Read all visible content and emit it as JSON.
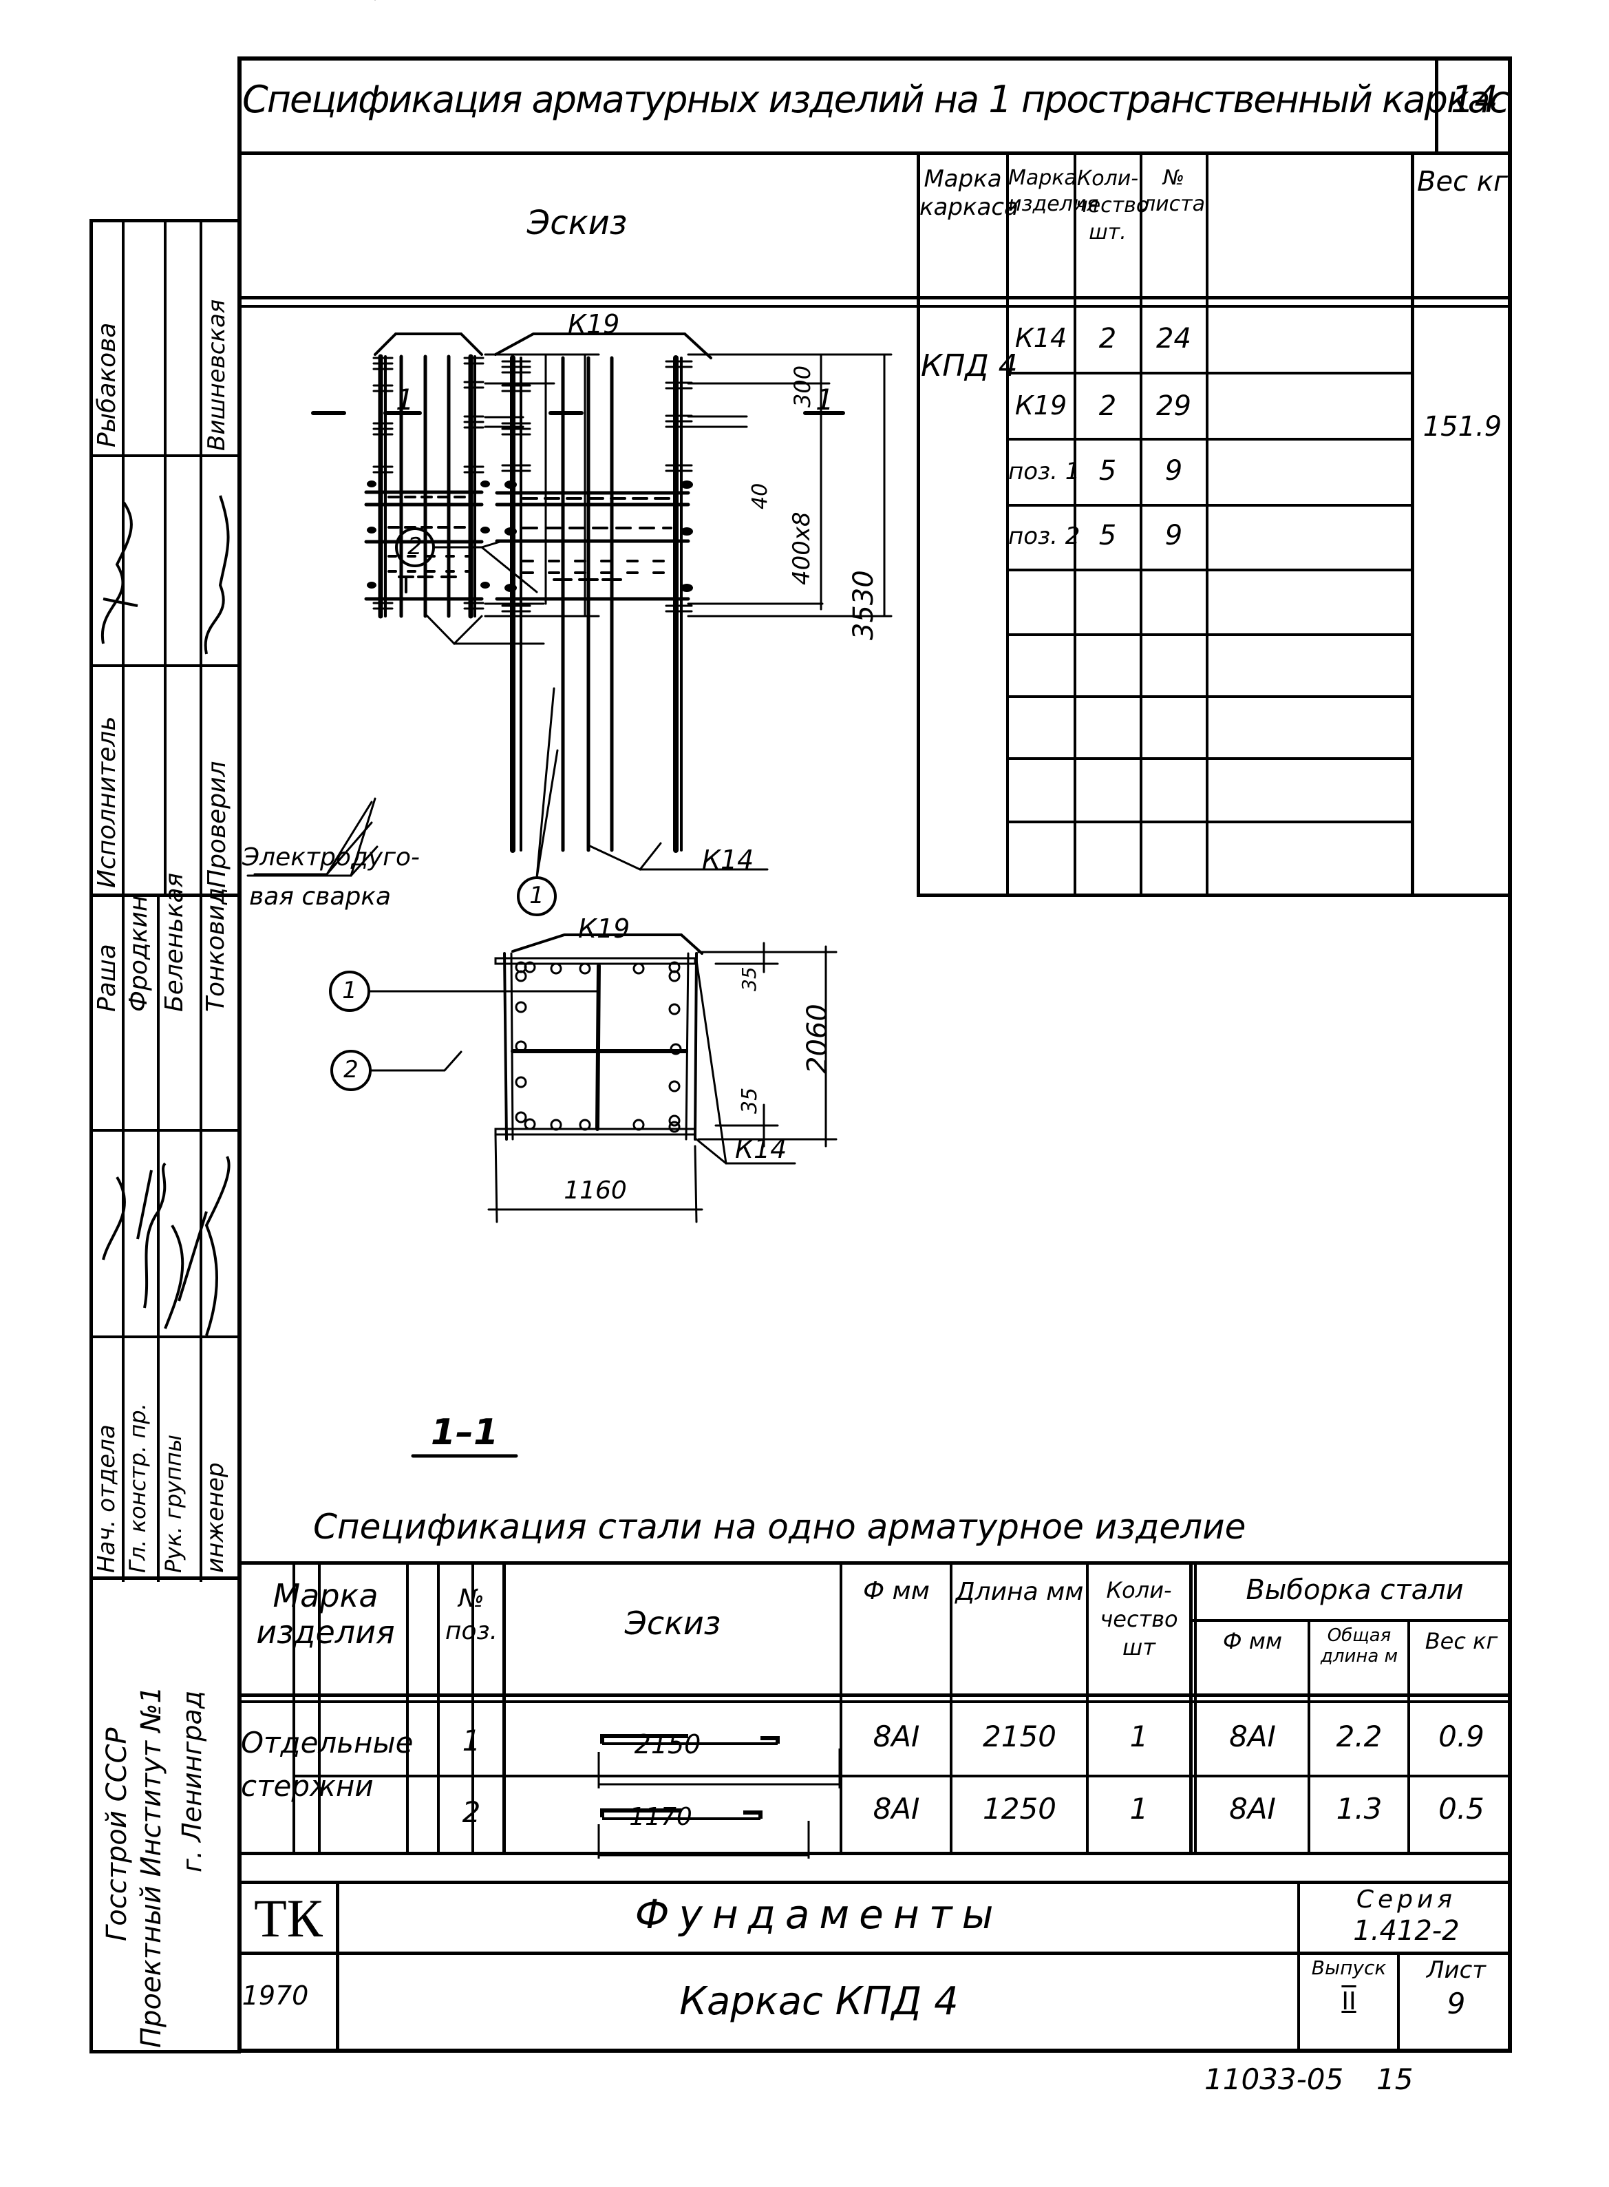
{
  "top_spec": {
    "title": "Спецификация арматурных изделий на 1 пространственный каркас",
    "title_number": "14",
    "headers": {
      "sketch": "Эскиз",
      "frame_mark": "Марка каркаса",
      "item_mark": "Марка изделия",
      "quantity": "Коли-чество шт.",
      "sheet_no": "№ листа",
      "weight": "Вес кг"
    },
    "frame_mark_value": "КПД 4",
    "weight_value": "151.9",
    "rows": [
      {
        "item": "К14",
        "qty": "2",
        "sheet": "24"
      },
      {
        "item": "К19",
        "qty": "2",
        "sheet": "29"
      },
      {
        "item": "поз. 1",
        "qty": "5",
        "sheet": "9"
      },
      {
        "item": "поз. 2",
        "qty": "5",
        "sheet": "9"
      },
      {
        "item": "",
        "qty": "",
        "sheet": ""
      },
      {
        "item": "",
        "qty": "",
        "sheet": ""
      },
      {
        "item": "",
        "qty": "",
        "sheet": ""
      },
      {
        "item": "",
        "qty": "",
        "sheet": ""
      },
      {
        "item": "",
        "qty": "",
        "sheet": ""
      }
    ]
  },
  "drawing_elevation": {
    "label_top": "К19",
    "label_bottom": "К14",
    "section_mark_left": "1",
    "section_mark_right": "1",
    "dim_300": "300",
    "dim_40": "40",
    "dim_400x8": "400х8",
    "dim_3530": "3530",
    "callout_1": "1",
    "callout_2": "2",
    "weld_note_line1": "Электродуго-",
    "weld_note_line2": "вая сварка"
  },
  "drawing_section": {
    "label_top": "К19",
    "label_bottom": "К14",
    "dim_35_top": "35",
    "dim_35_bottom": "35",
    "dim_2060": "2060",
    "dim_1160": "1160",
    "callout_1": "1",
    "callout_2": "2",
    "section_title": "1–1"
  },
  "steel_spec": {
    "title": "Спецификация стали на одно арматурное изделие",
    "headers": {
      "item_mark": "Марка изделия",
      "pos_no": "№ поз.",
      "sketch": "Эскиз",
      "diameter": "Ф мм",
      "length": "Длина мм",
      "quantity": "Коли-чество шт",
      "selection": "Выборка стали",
      "sel_diameter": "Ф мм",
      "sel_total_length": "Общая длина м",
      "sel_weight": "Вес кг"
    },
    "item_group": "Отдельные стержни",
    "rows": [
      {
        "pos": "1",
        "sketch_dim": "2150",
        "diameter": "8АI",
        "length": "2150",
        "qty": "1",
        "sel_diameter": "8АI",
        "total_length": "2.2",
        "weight": "0.9"
      },
      {
        "pos": "2",
        "sketch_dim": "1170",
        "diameter": "8АI",
        "length": "1250",
        "qty": "1",
        "sel_diameter": "8АI",
        "total_length": "1.3",
        "weight": "0.5"
      }
    ]
  },
  "title_block": {
    "logo": "ТК",
    "year": "1970",
    "title": "Фундаменты",
    "subtitle": "Каркас КПД 4",
    "series_label": "Серия",
    "series_value": "1.412-2",
    "issue_label": "Выпуск",
    "issue_value": "II",
    "sheet_label": "Лист",
    "sheet_value": "9"
  },
  "side_stamp": {
    "top_block": [
      {
        "role": "Исполнитель",
        "name": "Рыбакова"
      },
      {
        "role": "Проверил",
        "name": "Вишневская"
      }
    ],
    "mid_block": [
      {
        "role": "Нач. отдела",
        "name": "Раша"
      },
      {
        "role": "Гл. констр. пр.",
        "name": "Фродкин"
      },
      {
        "role": "Рук. группы",
        "name": "Беленькая"
      },
      {
        "role": "инженер",
        "name": "Тонковид"
      }
    ],
    "org_line1": "Госстрой СССР",
    "org_line2": "Проектный Институт №1",
    "org_line3": "г. Ленинград"
  },
  "footer": {
    "doc_number": "11033-05",
    "page": "15"
  }
}
